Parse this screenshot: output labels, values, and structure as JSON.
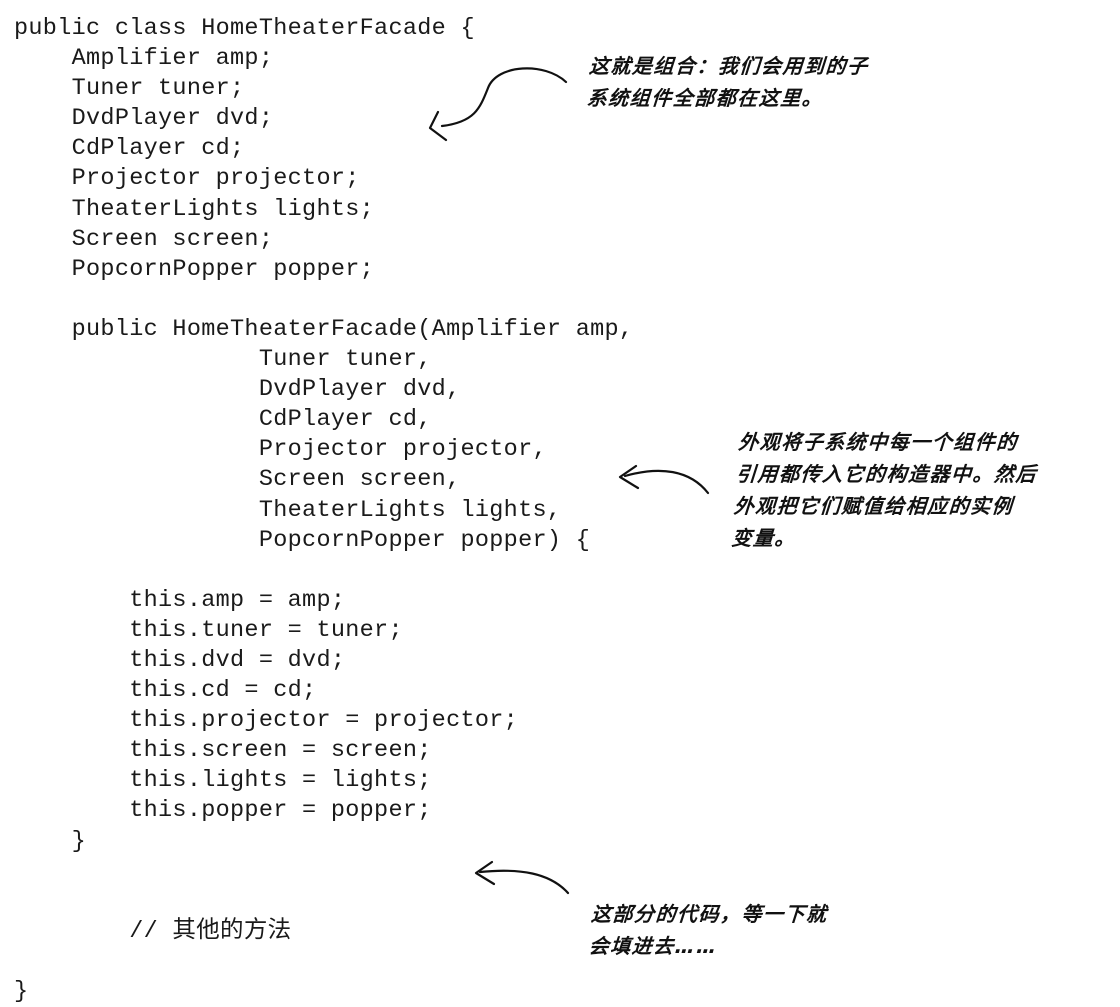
{
  "code_lines": [
    "public class HomeTheaterFacade {",
    "    Amplifier amp;",
    "    Tuner tuner;",
    "    DvdPlayer dvd;",
    "    CdPlayer cd;",
    "    Projector projector;",
    "    TheaterLights lights;",
    "    Screen screen;",
    "    PopcornPopper popper;",
    "",
    "    public HomeTheaterFacade(Amplifier amp,",
    "                 Tuner tuner,",
    "                 DvdPlayer dvd,",
    "                 CdPlayer cd,",
    "                 Projector projector,",
    "                 Screen screen,",
    "                 TheaterLights lights,",
    "                 PopcornPopper popper) {",
    "",
    "        this.amp = amp;",
    "        this.tuner = tuner;",
    "        this.dvd = dvd;",
    "        this.cd = cd;",
    "        this.projector = projector;",
    "        this.screen = screen;",
    "        this.lights = lights;",
    "        this.popper = popper;",
    "    }",
    "",
    "",
    "        // 其他的方法",
    "",
    "}"
  ],
  "annotations": {
    "composition": [
      "这就是组合：我们会用到的子",
      "系统组件全部都在这里。"
    ],
    "constructor": [
      "外观将子系统中每一个组件的",
      "引用都传入它的构造器中。然后",
      "外观把它们赋值给相应的实例",
      "变量。"
    ],
    "methods": [
      "这部分的代码，等一下就",
      "会填进去……"
    ]
  }
}
